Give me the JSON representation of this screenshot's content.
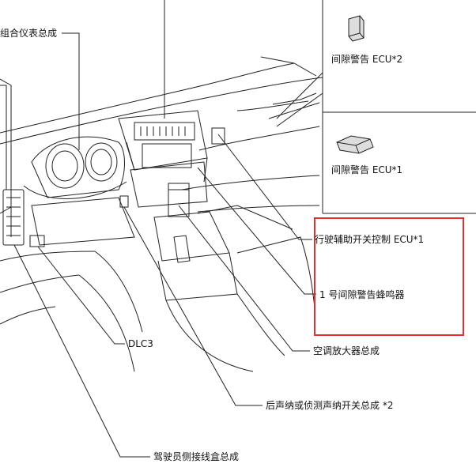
{
  "labels": {
    "combo_meter": "组合仪表总成",
    "clearance_ecu2": "间隙警告 ECU*2",
    "clearance_ecu1": "间隙警告 ECU*1",
    "drive_assist_switch": "行驶辅助开关控制 ECU*1",
    "clearance_buzzer": "1 号间隙警告蜂鸣器",
    "ac_amplifier": "空调放大器总成",
    "dlc3": "DLC3",
    "rear_sonar_switch": "后声纳或侦测声纳开关总成 *2",
    "driver_junction_block": "驾驶员侧接线盒总成"
  },
  "colors": {
    "highlight": "#e03030",
    "line": "#222222"
  }
}
